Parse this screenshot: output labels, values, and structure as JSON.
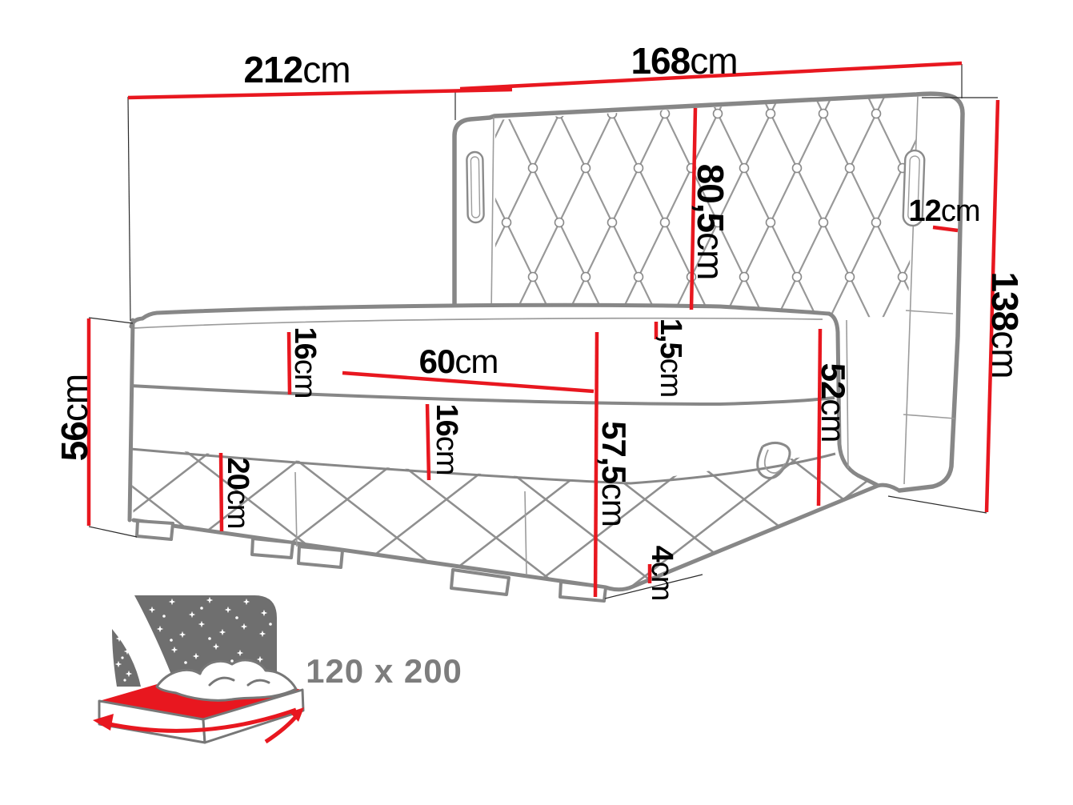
{
  "dimensions": {
    "total_length": {
      "value": "212",
      "unit": "cm"
    },
    "headboard_width": {
      "value": "168",
      "unit": "cm"
    },
    "headboard_side_depth": {
      "value": "12",
      "unit": "cm"
    },
    "headboard_height": {
      "value": "138",
      "unit": "cm"
    },
    "headboard_panel_height": {
      "value": "80,5",
      "unit": "cm"
    },
    "foot_height": {
      "value": "56",
      "unit": "cm"
    },
    "mattress_upper": {
      "value": "16",
      "unit": "cm"
    },
    "mattress_depth": {
      "value": "60",
      "unit": "cm"
    },
    "topper_thickness": {
      "value": "1,5",
      "unit": "cm"
    },
    "side_height": {
      "value": "52",
      "unit": "cm"
    },
    "mattress_lower": {
      "value": "16",
      "unit": "cm"
    },
    "total_front_height": {
      "value": "57,5",
      "unit": "cm"
    },
    "base_height": {
      "value": "20",
      "unit": "cm"
    },
    "leg_height": {
      "value": "4",
      "unit": "cm"
    }
  },
  "footer": {
    "size_label": "120 x 200"
  },
  "colors": {
    "dimension_red": "#e8171f",
    "outline_gray": "#878787",
    "outline_thin": "#9c9c9c",
    "icon_gray": "#6f6f6f",
    "size_text_gray": "#7d7d7d",
    "label_black": "#000000"
  }
}
